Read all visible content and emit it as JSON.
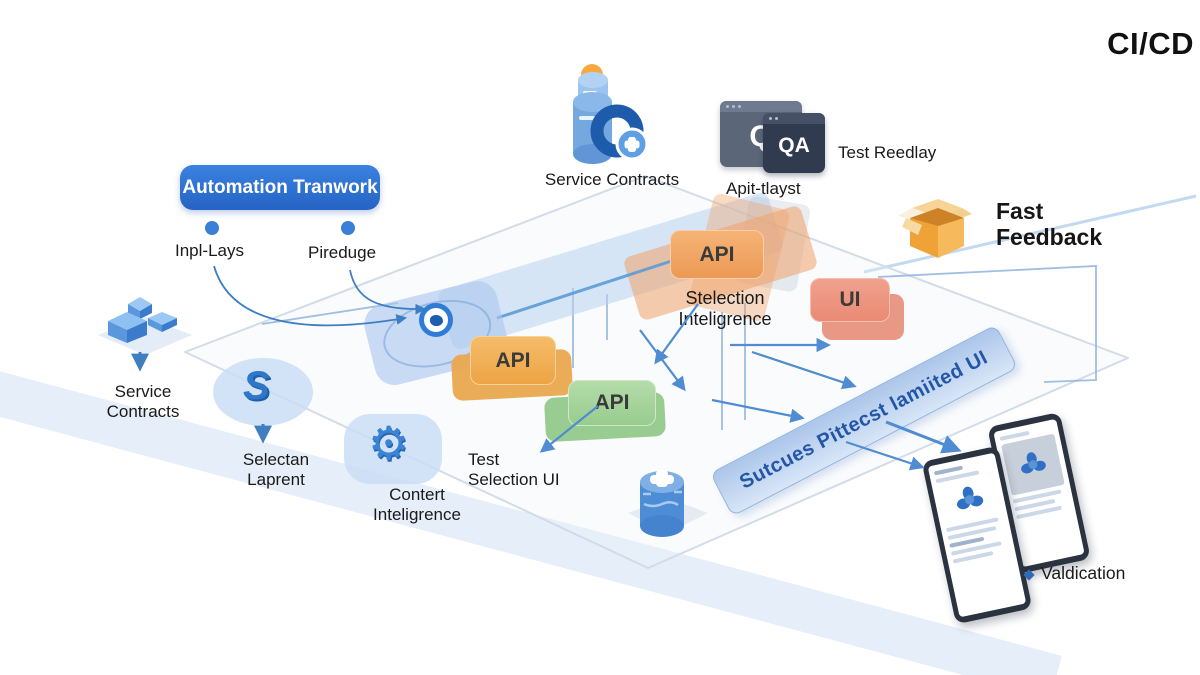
{
  "header": {
    "title": "CI/CD"
  },
  "colors": {
    "primary_blue": "#2e6fd4",
    "accent_blue": "#4f8cd2",
    "light_blue": "#cfe0f4",
    "orange": "#f2a85c",
    "salmon": "#ee9a84",
    "green": "#a7d69d",
    "banner_blue": "#a7c3e9",
    "banner_text": "#2456a8"
  },
  "automation": {
    "label": "Automation Tranwork",
    "pins": [
      {
        "label": "Inpl-Lays"
      },
      {
        "label": "Pireduge"
      }
    ]
  },
  "top_service": {
    "label": "Service Contracts"
  },
  "qa_window": {
    "back_letter": "Q",
    "front_letter": "QA",
    "side_label": "Test Reedlay",
    "below_label": "Apit-tlayst"
  },
  "fast_feedback": {
    "line1": "Fast",
    "line2": "Feedback"
  },
  "left_service": {
    "line1": "Service",
    "line2": "Contracts"
  },
  "selectan": {
    "icon_glyph": "S",
    "line1": "Selectan",
    "line2": "Laprent"
  },
  "contert": {
    "icon_glyph": "⚙",
    "line1": "Contert",
    "line2": "Inteligrence"
  },
  "test_selection": {
    "line1": "Test",
    "line2": "Selection UI"
  },
  "stelection": {
    "line1": "Stelection",
    "line2": "Inteligrence"
  },
  "boxes": {
    "api_top": "API",
    "api_mid": "API",
    "api_green": "API",
    "ui": "UI"
  },
  "banner": {
    "label": "Sutcues Pittecst lamiited UI"
  },
  "validation": {
    "label": "Valdication"
  }
}
